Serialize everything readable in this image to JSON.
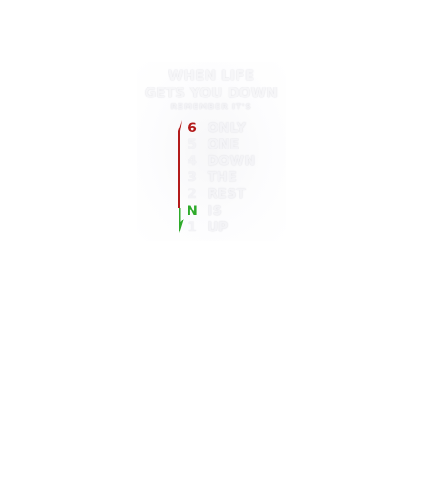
{
  "design": {
    "headline": {
      "line1": "WHEN LIFE",
      "line2": "GETS YOU DOWN",
      "line3": "REMEMBER IT'S"
    },
    "gears": [
      {
        "number": "6",
        "word": "ONLY",
        "accent": "red"
      },
      {
        "number": "5",
        "word": "ONE",
        "accent": ""
      },
      {
        "number": "4",
        "word": "DOWN",
        "accent": ""
      },
      {
        "number": "3",
        "word": "THE",
        "accent": ""
      },
      {
        "number": "2",
        "word": "REST",
        "accent": ""
      },
      {
        "number": "N",
        "word": "IS",
        "accent": "green"
      },
      {
        "number": "1",
        "word": "UP",
        "accent": ""
      }
    ],
    "colors": {
      "red": "#b31b1b",
      "green": "#2eaa2a",
      "faint": "#f4f4f7"
    },
    "icons": {
      "shift_indicator": "gear-shift-arrow-icon"
    }
  }
}
